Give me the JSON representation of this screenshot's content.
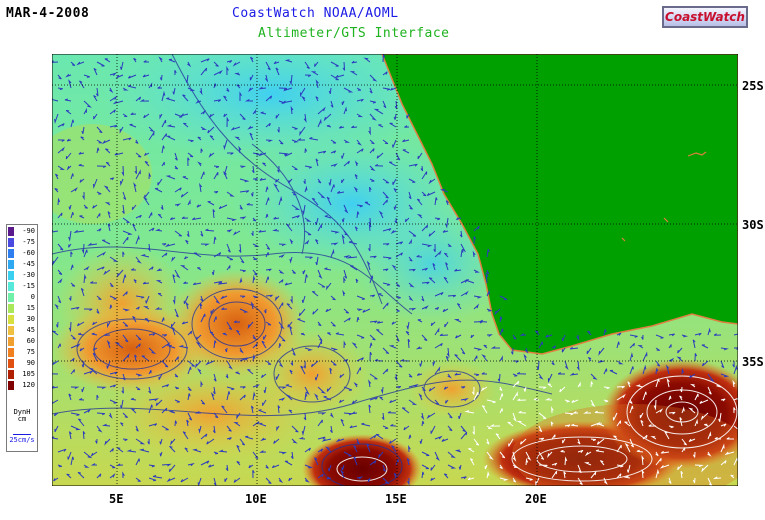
{
  "header": {
    "date": "MAR-4-2008",
    "title": "CoastWatch   NOAA/AOML",
    "subtitle": "Altimeter/GTS Interface",
    "logo_text": "CoastWatch"
  },
  "map": {
    "lat_labels": [
      "25S",
      "30S",
      "35S"
    ],
    "lon_labels": [
      "5E",
      "10E",
      "15E",
      "20E"
    ],
    "land_color": "#00a000",
    "coast_color": "#e08040",
    "vector_color": "#2b3bbf",
    "contour_color": "#1e2f9a"
  },
  "legend": {
    "values": [
      "-90",
      "-75",
      "-60",
      "-45",
      "-30",
      "-15",
      "0",
      "15",
      "30",
      "45",
      "60",
      "75",
      "90",
      "105",
      "120"
    ],
    "colors": [
      "#5a1a8c",
      "#4a4ae0",
      "#2e7ef0",
      "#2ea8f0",
      "#3cd0f0",
      "#56e8d8",
      "#70f0a8",
      "#a8e85a",
      "#d8e040",
      "#f0c040",
      "#f0a030",
      "#f08020",
      "#e05010",
      "#b02000",
      "#800000"
    ],
    "units": "DynH cm",
    "arrow_label": "25cm/s"
  }
}
